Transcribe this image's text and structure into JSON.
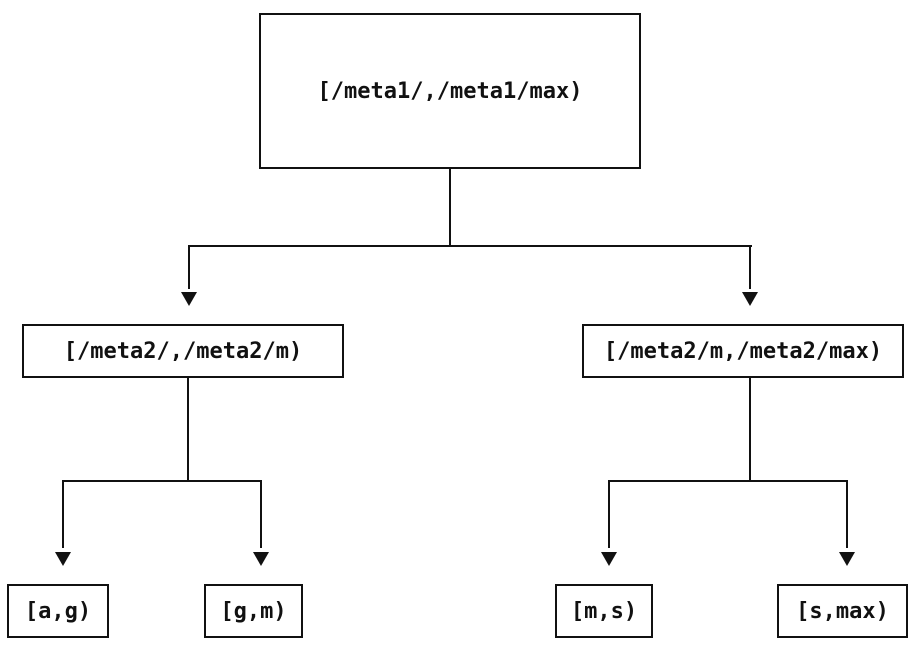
{
  "diagram": {
    "colors": {
      "background": "#ffffff",
      "line": "#111111",
      "text": "#111111"
    },
    "root": {
      "label": "[/meta1/,/meta1/max)"
    },
    "level2": [
      {
        "label": "[/meta2/,/meta2/m)"
      },
      {
        "label": "[/meta2/m,/meta2/max)"
      }
    ],
    "leaves": [
      {
        "label": "[a,g)"
      },
      {
        "label": "[g,m)"
      },
      {
        "label": "[m,s)"
      },
      {
        "label": "[s,max)"
      }
    ]
  }
}
